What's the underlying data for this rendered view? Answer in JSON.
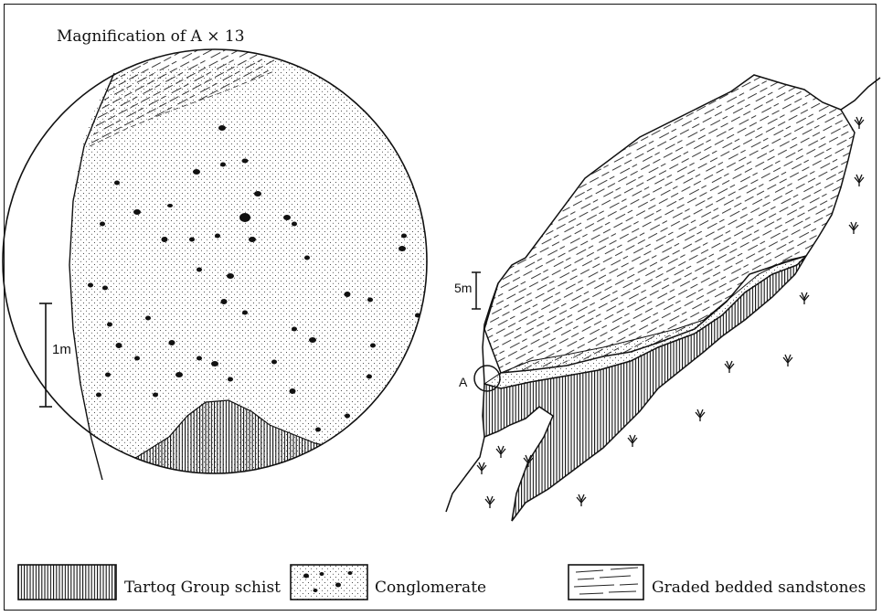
{
  "figure": {
    "caption": "Magnification of A × 13",
    "scale_small": "1m",
    "scale_large": "5m",
    "point_label": "A"
  },
  "legend": {
    "schist": "Tartoq Group schist",
    "conglomerate": "Conglomerate",
    "sandstones": "Graded bedded sandstones"
  },
  "colors": {
    "ink": "#111111",
    "paper": "#ffffff"
  }
}
